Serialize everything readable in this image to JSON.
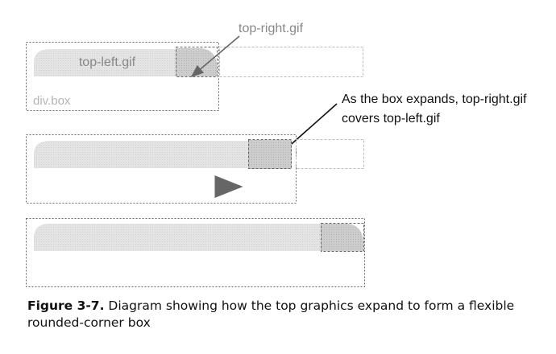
{
  "labels": {
    "top_right_gif": "top-right.gif",
    "top_left_gif": "top-left.gif",
    "div_box": "div.box",
    "callout_line1": "As the box expands, top-right.gif",
    "callout_line2": "covers top-left.gif"
  },
  "caption": {
    "figure_number": "Figure 3-7.",
    "text": " Diagram showing how the top graphics expand to form a flexible rounded-corner box"
  },
  "colors": {
    "box_border": "#666666",
    "gradient_fill": "#e2e2e2",
    "corner_fill": "#c9c9c9",
    "ghost_border": "#bbbbbb",
    "arrow": "#555555"
  }
}
